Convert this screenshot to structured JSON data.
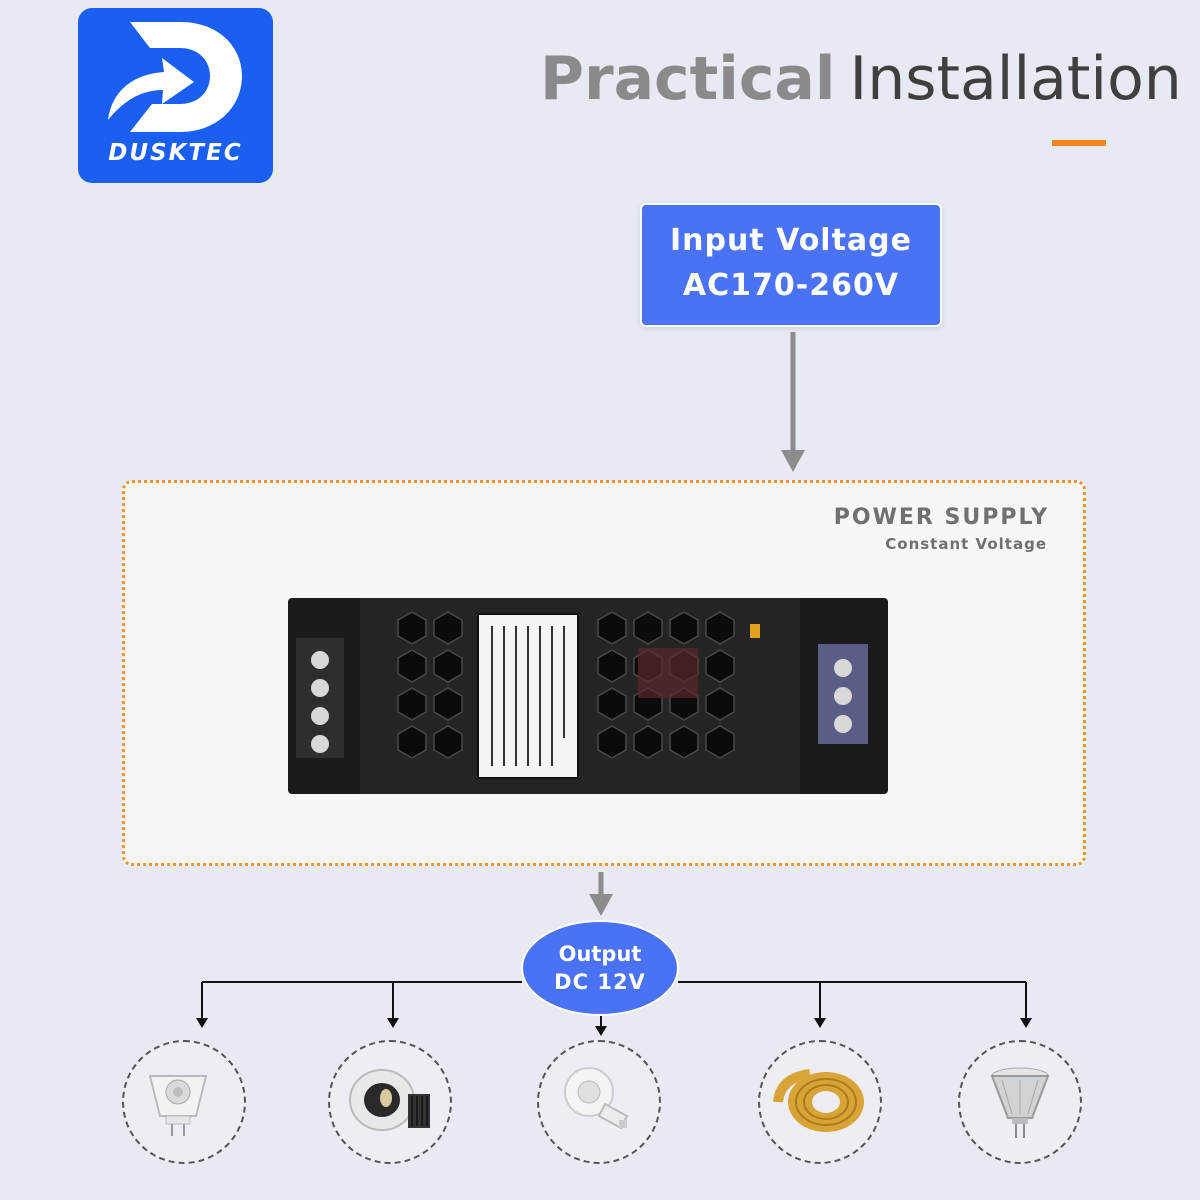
{
  "brand": {
    "name": "DUSKTEC",
    "color": "#1a5ff2"
  },
  "header": {
    "title_bold": "Practical",
    "title_light": "Installation",
    "accent": "#f08522"
  },
  "input": {
    "line1": "Input Voltage",
    "line2": "AC170-260V"
  },
  "power_supply": {
    "title": "POWER SUPPLY",
    "subtitle": "Constant Voltage"
  },
  "output": {
    "line1": "Output",
    "line2": "DC 12V"
  },
  "colors": {
    "box_blue": "#4a72f4",
    "arrow_gray": "#8c8c8c",
    "dotted_border": "#f0932e"
  },
  "loads": [
    {
      "icon": "mr16-spotlight-bulb-icon"
    },
    {
      "icon": "recessed-downlight-icon"
    },
    {
      "icon": "gu10-bulb-icon"
    },
    {
      "icon": "led-strip-reel-icon"
    },
    {
      "icon": "mr11-glass-bulb-icon"
    }
  ]
}
